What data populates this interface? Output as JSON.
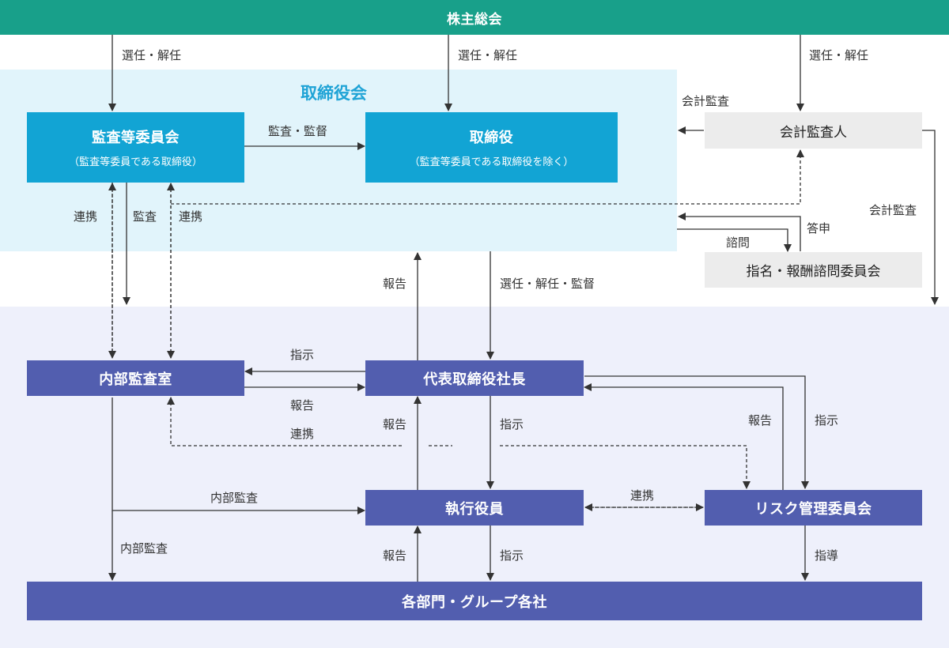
{
  "colors": {
    "shareholders": "#18a08a",
    "board": "#12a4d4",
    "board_band": "#e1f4fb",
    "exec": "#525eaf",
    "exec_band": "#eef0fb",
    "auditor": "#ececec"
  },
  "top": {
    "shareholders": "株主総会"
  },
  "board": {
    "title": "取締役会",
    "audit_committee": {
      "title": "監査等委員会",
      "sub": "（監査等委員である取締役）"
    },
    "directors": {
      "title": "取締役",
      "sub": "（監査等委員である取締役を除く）"
    }
  },
  "external": {
    "accounting_auditor": "会計監査人",
    "nomination_committee": "指名・報酬諮問委員会"
  },
  "exec": {
    "internal_audit": "内部監査室",
    "president": "代表取締役社長",
    "officers": "執行役員",
    "risk_committee": "リスク管理委員会",
    "departments": "各部門・グループ各社"
  },
  "labels": {
    "elect1": "選任・解任",
    "elect2": "選任・解任",
    "elect3": "選任・解任",
    "account_audit_left": "会計監査",
    "audit_supervise": "監査・監督",
    "coop1": "連携",
    "audit": "監査",
    "coop2": "連携",
    "account_audit_right": "会計監査",
    "answer": "答申",
    "consult": "諮問",
    "report_up": "報告",
    "elect_supervise": "選任・解任・監督",
    "instruct_left": "指示",
    "report_left": "報告",
    "coop3": "連携",
    "report_mid": "報告",
    "instruct_mid": "指示",
    "report_risk": "報告",
    "instruct_risk": "指示",
    "internal_audit_1": "内部監査",
    "coop4": "連携",
    "internal_audit_2": "内部監査",
    "report_low": "報告",
    "instruct_low": "指示",
    "guide": "指導"
  }
}
